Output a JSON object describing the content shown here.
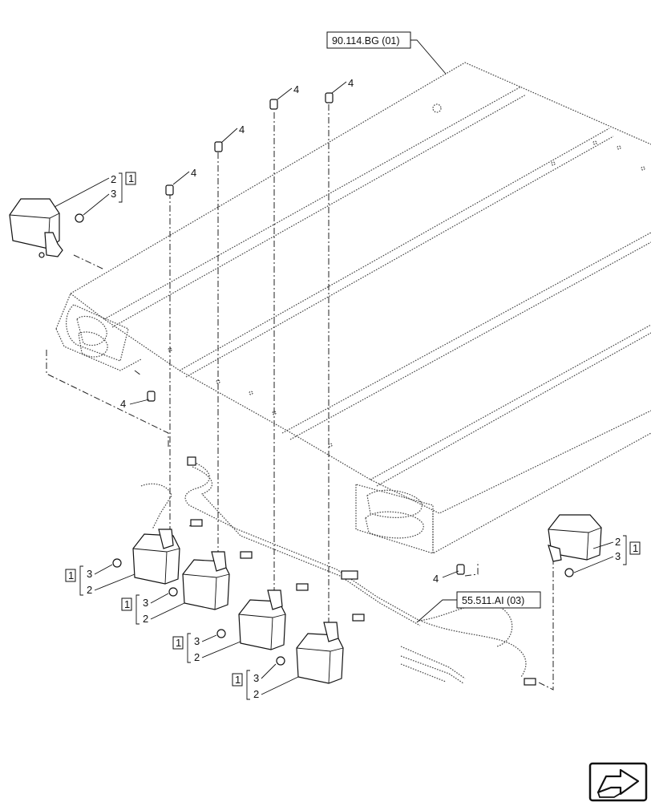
{
  "references": {
    "top_ref": "90.114.BG (01)",
    "harness_ref": "55.511.AI (03)"
  },
  "labels": {
    "item_1": "1",
    "item_2": "2",
    "item_3": "3",
    "item_4": "4"
  },
  "nav_icon": "next-page-arrow-icon"
}
